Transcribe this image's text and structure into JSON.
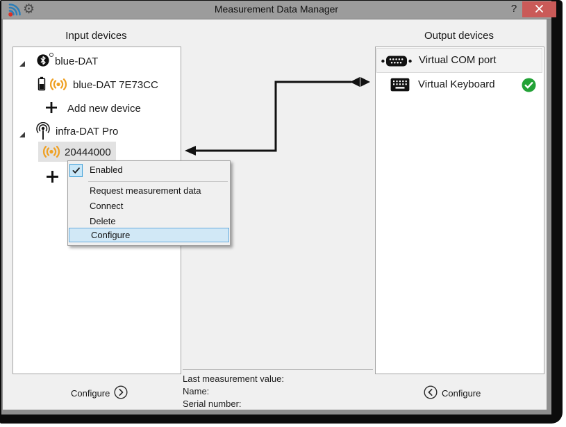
{
  "window": {
    "title": "Measurement Data Manager",
    "help_label": "?"
  },
  "input_panel": {
    "title": "Input devices",
    "configure_label": "Configure",
    "tree": [
      {
        "label": "blue-DAT",
        "icon": "bluetooth-icon",
        "expanded": true
      },
      {
        "label": "blue-DAT 7E73CC",
        "icon": "battery-signal-icon"
      },
      {
        "label": "Add new device",
        "icon": "plus-icon"
      },
      {
        "label": "infra-DAT Pro",
        "icon": "antenna-icon",
        "expanded": true
      },
      {
        "label": "20444000",
        "icon": "signal-icon",
        "selected": true
      }
    ]
  },
  "output_panel": {
    "title": "Output devices",
    "configure_label": "Configure",
    "items": [
      {
        "label": "Virtual COM port",
        "icon": "serial-port-icon",
        "selected": true
      },
      {
        "label": "Virtual Keyboard",
        "icon": "keyboard-icon",
        "status": "connected-check"
      }
    ]
  },
  "context_menu": {
    "items": [
      {
        "label": "Enabled",
        "checked": true
      },
      {
        "label": "Request measurement data"
      },
      {
        "label": "Connect"
      },
      {
        "label": "Delete"
      },
      {
        "label": "Configure",
        "highlighted": true
      }
    ]
  },
  "info": {
    "line1": "Last measurement value:",
    "line2": "Name:",
    "line3": "Serial number:"
  },
  "colors": {
    "accent_orange": "#EFA125",
    "menu_highlight": "#D1E8F6",
    "menu_highlight_border": "#66AADD",
    "status_green": "#23A237",
    "close_red": "#CA5A58",
    "titlebar_gray": "#9C9C9C"
  }
}
